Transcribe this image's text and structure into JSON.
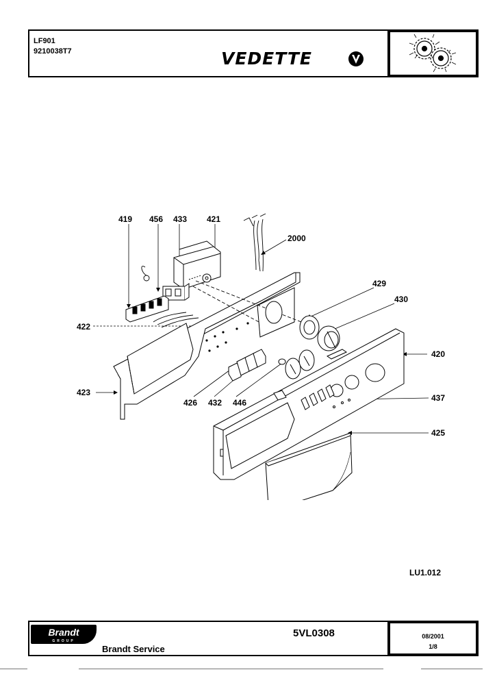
{
  "header": {
    "model": "LF901",
    "reference": "9210038T7",
    "brand": "VEDETTE"
  },
  "diagram": {
    "callouts": [
      "419",
      "456",
      "433",
      "421",
      "2000",
      "429",
      "430",
      "422",
      "420",
      "423",
      "426",
      "432",
      "446",
      "437",
      "425"
    ]
  },
  "page_ref": "LU1.012",
  "footer": {
    "logo_text": "Brandt",
    "logo_sub": "GROUP",
    "service": "Brandt Service",
    "doc_code": "5VL0308",
    "date": "08/2001",
    "page": "1/8"
  }
}
